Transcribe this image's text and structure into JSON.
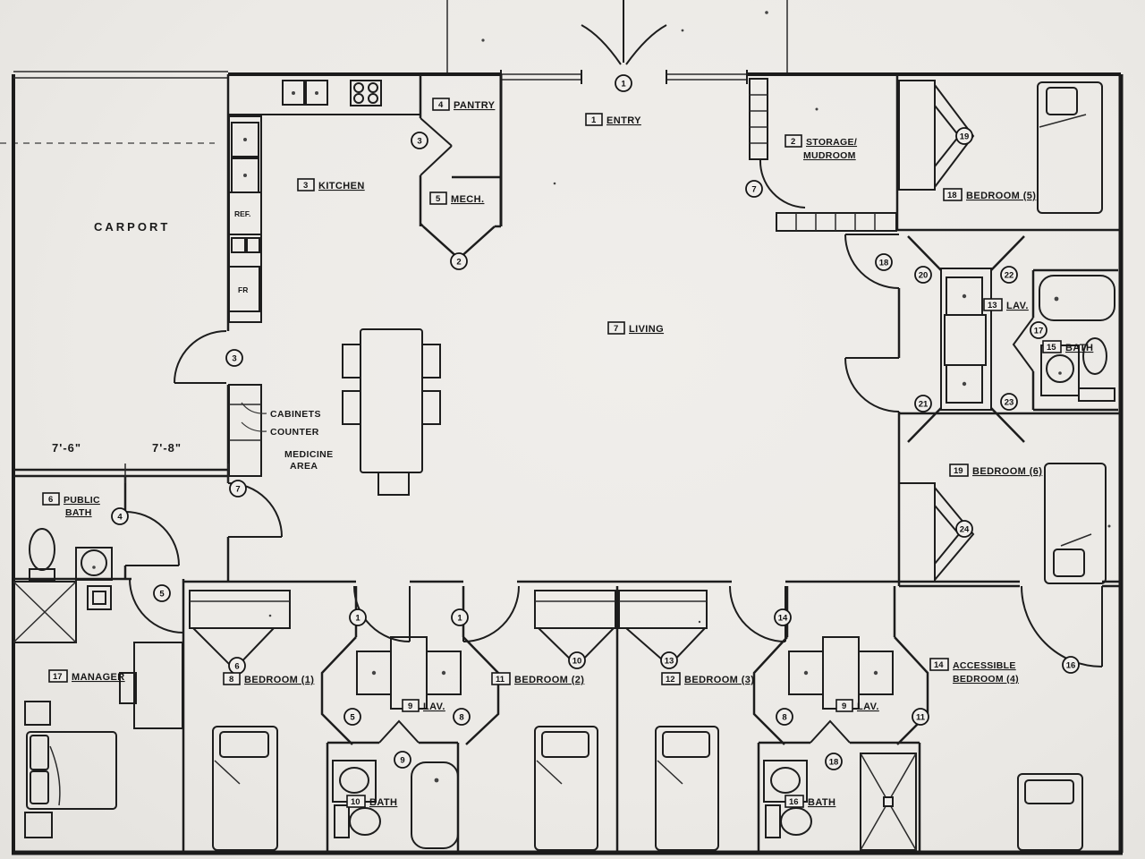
{
  "colors": {
    "paper": "#f0eeeb",
    "ink": "#1b1b1b"
  },
  "rooms": {
    "entry": {
      "tag": "1",
      "name": "ENTRY"
    },
    "storage": {
      "tag": "2",
      "line1": "STORAGE/",
      "line2": "MUDROOM"
    },
    "kitchen": {
      "tag": "3",
      "name": "KITCHEN"
    },
    "pantry": {
      "tag": "4",
      "name": "PANTRY"
    },
    "mech": {
      "tag": "5",
      "name": "MECH."
    },
    "public_bath": {
      "tag": "6",
      "line1": "PUBLIC",
      "line2": "BATH"
    },
    "living": {
      "tag": "7",
      "name": "LIVING"
    },
    "bedroom_1": {
      "tag": "8",
      "name": "BEDROOM (1)"
    },
    "lav_a": {
      "tag": "9",
      "name": "LAV."
    },
    "bath_a": {
      "tag": "10",
      "name": "BATH"
    },
    "bedroom_2": {
      "tag": "11",
      "name": "BEDROOM (2)"
    },
    "bedroom_3": {
      "tag": "12",
      "name": "BEDROOM (3)"
    },
    "lav_c": {
      "tag": "13",
      "name": "LAV."
    },
    "accessible_4": {
      "tag": "14",
      "line1": "ACCESSIBLE",
      "line2": "BEDROOM (4)"
    },
    "bath_c": {
      "tag": "15",
      "name": "BATH"
    },
    "bath_b": {
      "tag": "16",
      "name": "BATH"
    },
    "manager": {
      "tag": "17",
      "name": "MANAGER"
    },
    "bedroom_5": {
      "tag": "18",
      "name": "BEDROOM (5)"
    },
    "bedroom_6": {
      "tag": "19",
      "name": "BEDROOM (6)"
    },
    "lav_b": {
      "tag": "9",
      "name": "LAV."
    }
  },
  "annotations": {
    "carport": "CARPORT",
    "cabinets": "CABINETS",
    "counter": "COUNTER",
    "medicine_line1": "MEDICINE",
    "medicine_line2": "AREA",
    "refrigerator": "REF.",
    "freezer": "FR"
  },
  "dimensions": {
    "left": "7'-6\"",
    "right": "7'-8\""
  },
  "door_tags": [
    "1",
    "3",
    "2",
    "7",
    "19",
    "3",
    "18",
    "20",
    "22",
    "17",
    "21",
    "23",
    "24",
    "4",
    "5",
    "6",
    "1",
    "1",
    "10",
    "13",
    "14",
    "16",
    "5",
    "8",
    "9",
    "8",
    "11",
    "18",
    "7"
  ]
}
